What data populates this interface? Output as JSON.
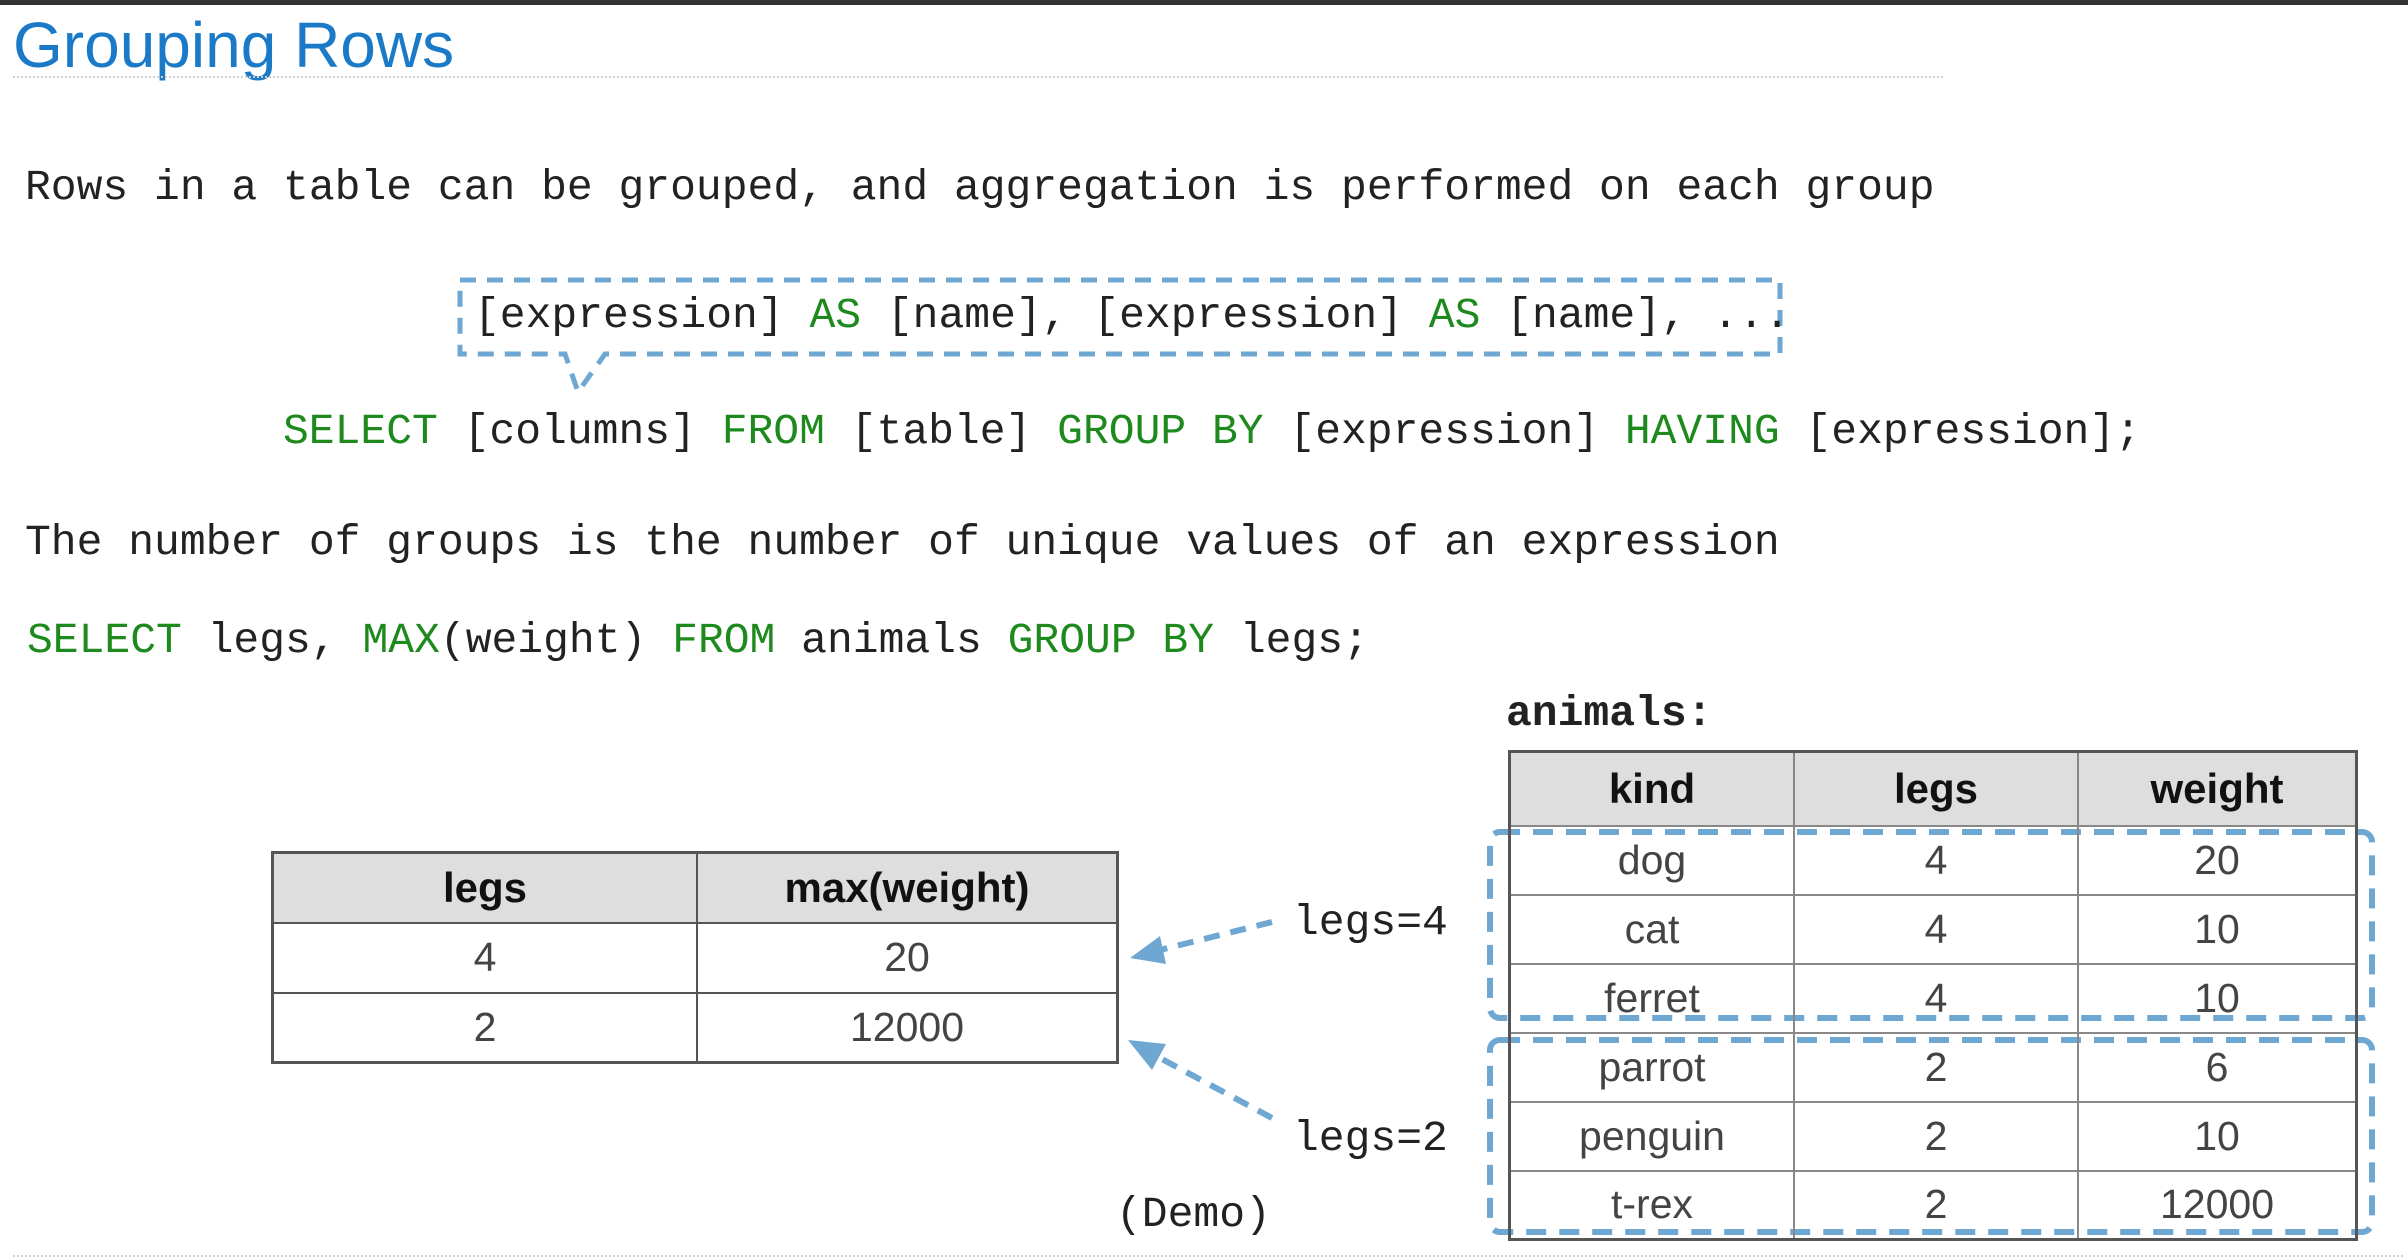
{
  "title": "Grouping Rows",
  "intro": "Rows in a table can be grouped, and aggregation is performed on each group",
  "columns_expansion": {
    "parts": [
      "[expression] ",
      "AS",
      " [name], [expression] ",
      "AS",
      " [name], ..."
    ]
  },
  "syntax": {
    "parts": [
      "SELECT",
      " [columns] ",
      "FROM",
      " [table] ",
      "GROUP BY",
      " [expression] ",
      "HAVING",
      " [expression];"
    ]
  },
  "groups_note": "The number of groups is the number of unique values of an expression",
  "example_query": {
    "parts": [
      "SELECT",
      " legs, ",
      "MAX",
      "(weight) ",
      "FROM",
      " animals ",
      "GROUP BY",
      " legs;"
    ]
  },
  "result_table": {
    "headers": [
      "legs",
      "max(weight)"
    ],
    "rows": [
      [
        "4",
        "20"
      ],
      [
        "2",
        "12000"
      ]
    ]
  },
  "animals_label": "animals:",
  "animals_table": {
    "headers": [
      "kind",
      "legs",
      "weight"
    ],
    "rows": [
      [
        "dog",
        "4",
        "20"
      ],
      [
        "cat",
        "4",
        "10"
      ],
      [
        "ferret",
        "4",
        "10"
      ],
      [
        "parrot",
        "2",
        "6"
      ],
      [
        "penguin",
        "2",
        "10"
      ],
      [
        "t-rex",
        "2",
        "12000"
      ]
    ]
  },
  "group_labels": [
    "legs=4",
    "legs=2"
  ],
  "demo_label": "(Demo)",
  "colors": {
    "title": "#1a7ac7",
    "keyword": "#1e8a1e",
    "dashed": "#6ea8d2"
  }
}
